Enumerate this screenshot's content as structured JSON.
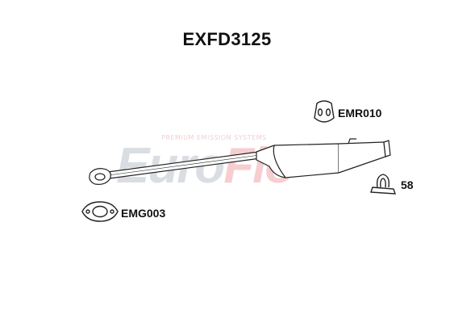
{
  "title": "EXFD3125",
  "watermark": {
    "tagline": "PREMIUM EMISSION SYSTEMS",
    "brand_part1": "Euro",
    "brand_part2": "Flo"
  },
  "parts": {
    "mount": {
      "code": "EMR010"
    },
    "clamp": {
      "code": "58"
    },
    "gasket": {
      "code": "EMG003"
    }
  },
  "colors": {
    "outline": "#222222",
    "part_fill": "#ffffff",
    "brand_red": "#d9242b",
    "brand_grey": "#5a6b85"
  }
}
